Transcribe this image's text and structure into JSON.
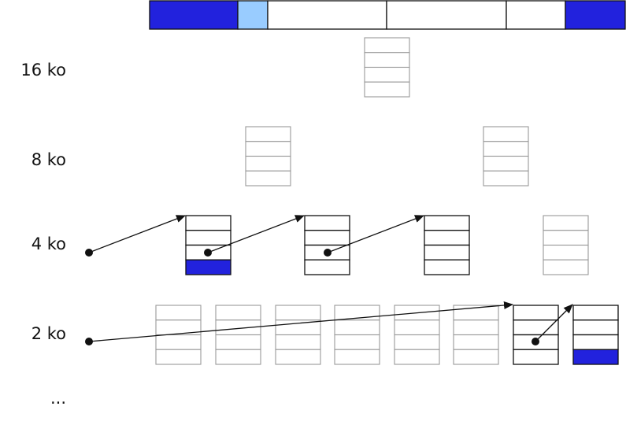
{
  "labels": {
    "row16": "16 ko",
    "row8": "8 ko",
    "row4": "4 ko",
    "row2": "2 ko",
    "more": "..."
  },
  "colors": {
    "allocated": "#2222dd",
    "partial": "#99ccff",
    "free": "#ffffff",
    "active_stroke": "#111111",
    "inactive_stroke": "#999999"
  },
  "memory_bar": {
    "segments": [
      {
        "state": "allocated"
      },
      {
        "state": "partial"
      },
      {
        "state": "free"
      },
      {
        "state": "free"
      },
      {
        "state": "free"
      },
      {
        "state": "allocated"
      }
    ]
  },
  "pages": {
    "row16": [
      {
        "active": false,
        "filled": []
      }
    ],
    "row8": [
      {
        "active": false,
        "filled": []
      },
      {
        "active": false,
        "filled": []
      }
    ],
    "row4": [
      {
        "active": true,
        "filled": [
          3
        ]
      },
      {
        "active": true,
        "filled": []
      },
      {
        "active": true,
        "filled": []
      },
      {
        "active": false,
        "filled": []
      }
    ],
    "row2": [
      {
        "active": false,
        "filled": []
      },
      {
        "active": false,
        "filled": []
      },
      {
        "active": false,
        "filled": []
      },
      {
        "active": false,
        "filled": []
      },
      {
        "active": false,
        "filled": []
      },
      {
        "active": false,
        "filled": []
      },
      {
        "active": true,
        "filled": []
      },
      {
        "active": true,
        "filled": [
          3
        ]
      }
    ]
  }
}
